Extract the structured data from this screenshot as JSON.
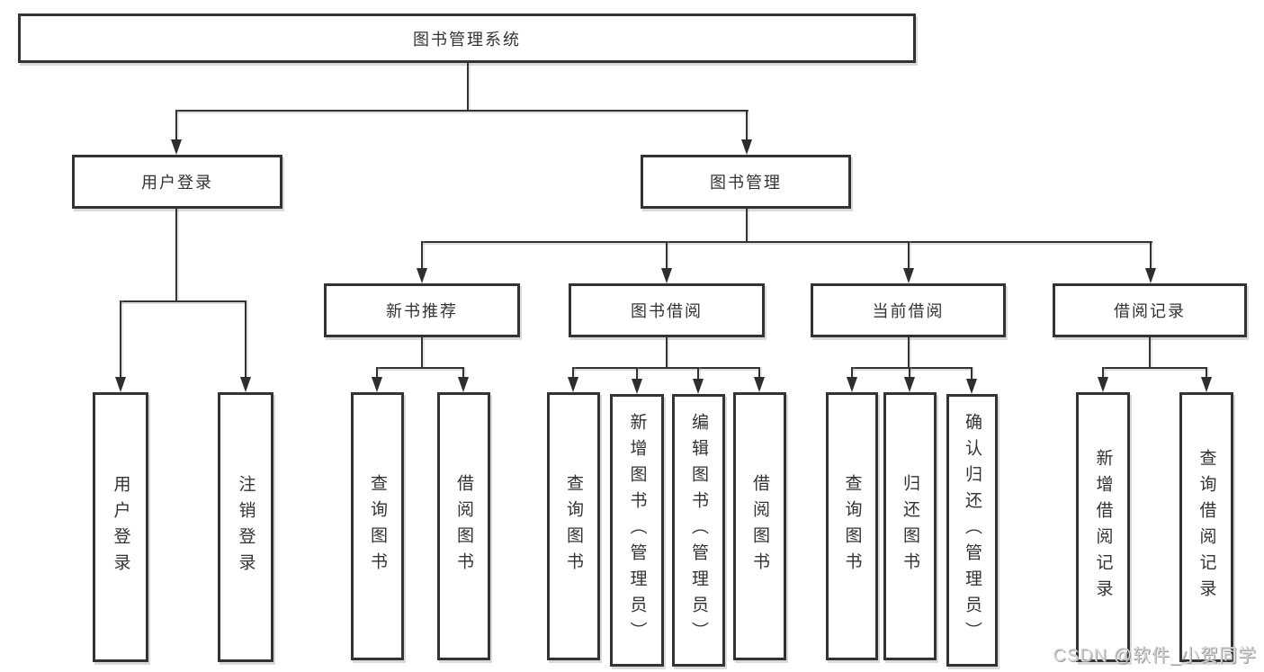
{
  "diagram_title": "图书管理系统",
  "nodes": {
    "root": {
      "label": "图书管理系统"
    },
    "user_login": {
      "label": "用户登录"
    },
    "book_mgmt": {
      "label": "图书管理"
    },
    "new_book_rec": {
      "label": "新书推荐"
    },
    "book_borrow": {
      "label": "图书借阅"
    },
    "current_borrow": {
      "label": "当前借阅"
    },
    "borrow_records": {
      "label": "借阅记录"
    },
    "leaf_user_login": {
      "label": "用户登录"
    },
    "leaf_logout": {
      "label": "注销登录"
    },
    "leaf_rec_query_books": {
      "label": "查询图书"
    },
    "leaf_rec_borrow_books": {
      "label": "借阅图书"
    },
    "leaf_bb_query_books": {
      "label": "查询图书"
    },
    "leaf_bb_add_books": {
      "label": "新增图书（管理员）"
    },
    "leaf_bb_edit_books": {
      "label": "编辑图书（管理员）"
    },
    "leaf_bb_borrow_books": {
      "label": "借阅图书"
    },
    "leaf_cb_query_books": {
      "label": "查询图书"
    },
    "leaf_cb_return_books": {
      "label": "归还图书"
    },
    "leaf_cb_confirm_return": {
      "label": "确认归还（管理员）"
    },
    "leaf_br_add_record": {
      "label": "新增借阅记录"
    },
    "leaf_br_query_record": {
      "label": "查询借阅记录"
    }
  },
  "watermark": {
    "text": "CSDN @软件_小贺同学"
  },
  "colors": {
    "line": "#333333",
    "box_border": "#333333",
    "text": "#333333",
    "background": "#ffffff",
    "watermark": "#d6d6d6"
  }
}
